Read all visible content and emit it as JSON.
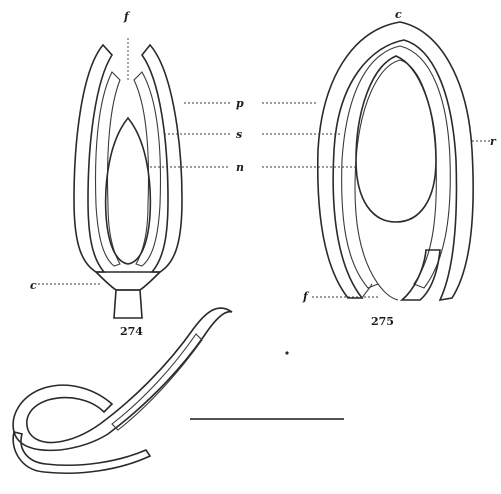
{
  "figures": [
    {
      "number": "274",
      "labels": {
        "top": "f",
        "base": "c"
      }
    },
    {
      "number": "275",
      "labels": {
        "top": "c",
        "base": "f",
        "right": "r"
      }
    }
  ],
  "middle_labels": [
    "p",
    "s",
    "n"
  ],
  "colors": {
    "ink": "#2a2a2a",
    "paper": "#ffffff",
    "stipple": "#555555"
  }
}
